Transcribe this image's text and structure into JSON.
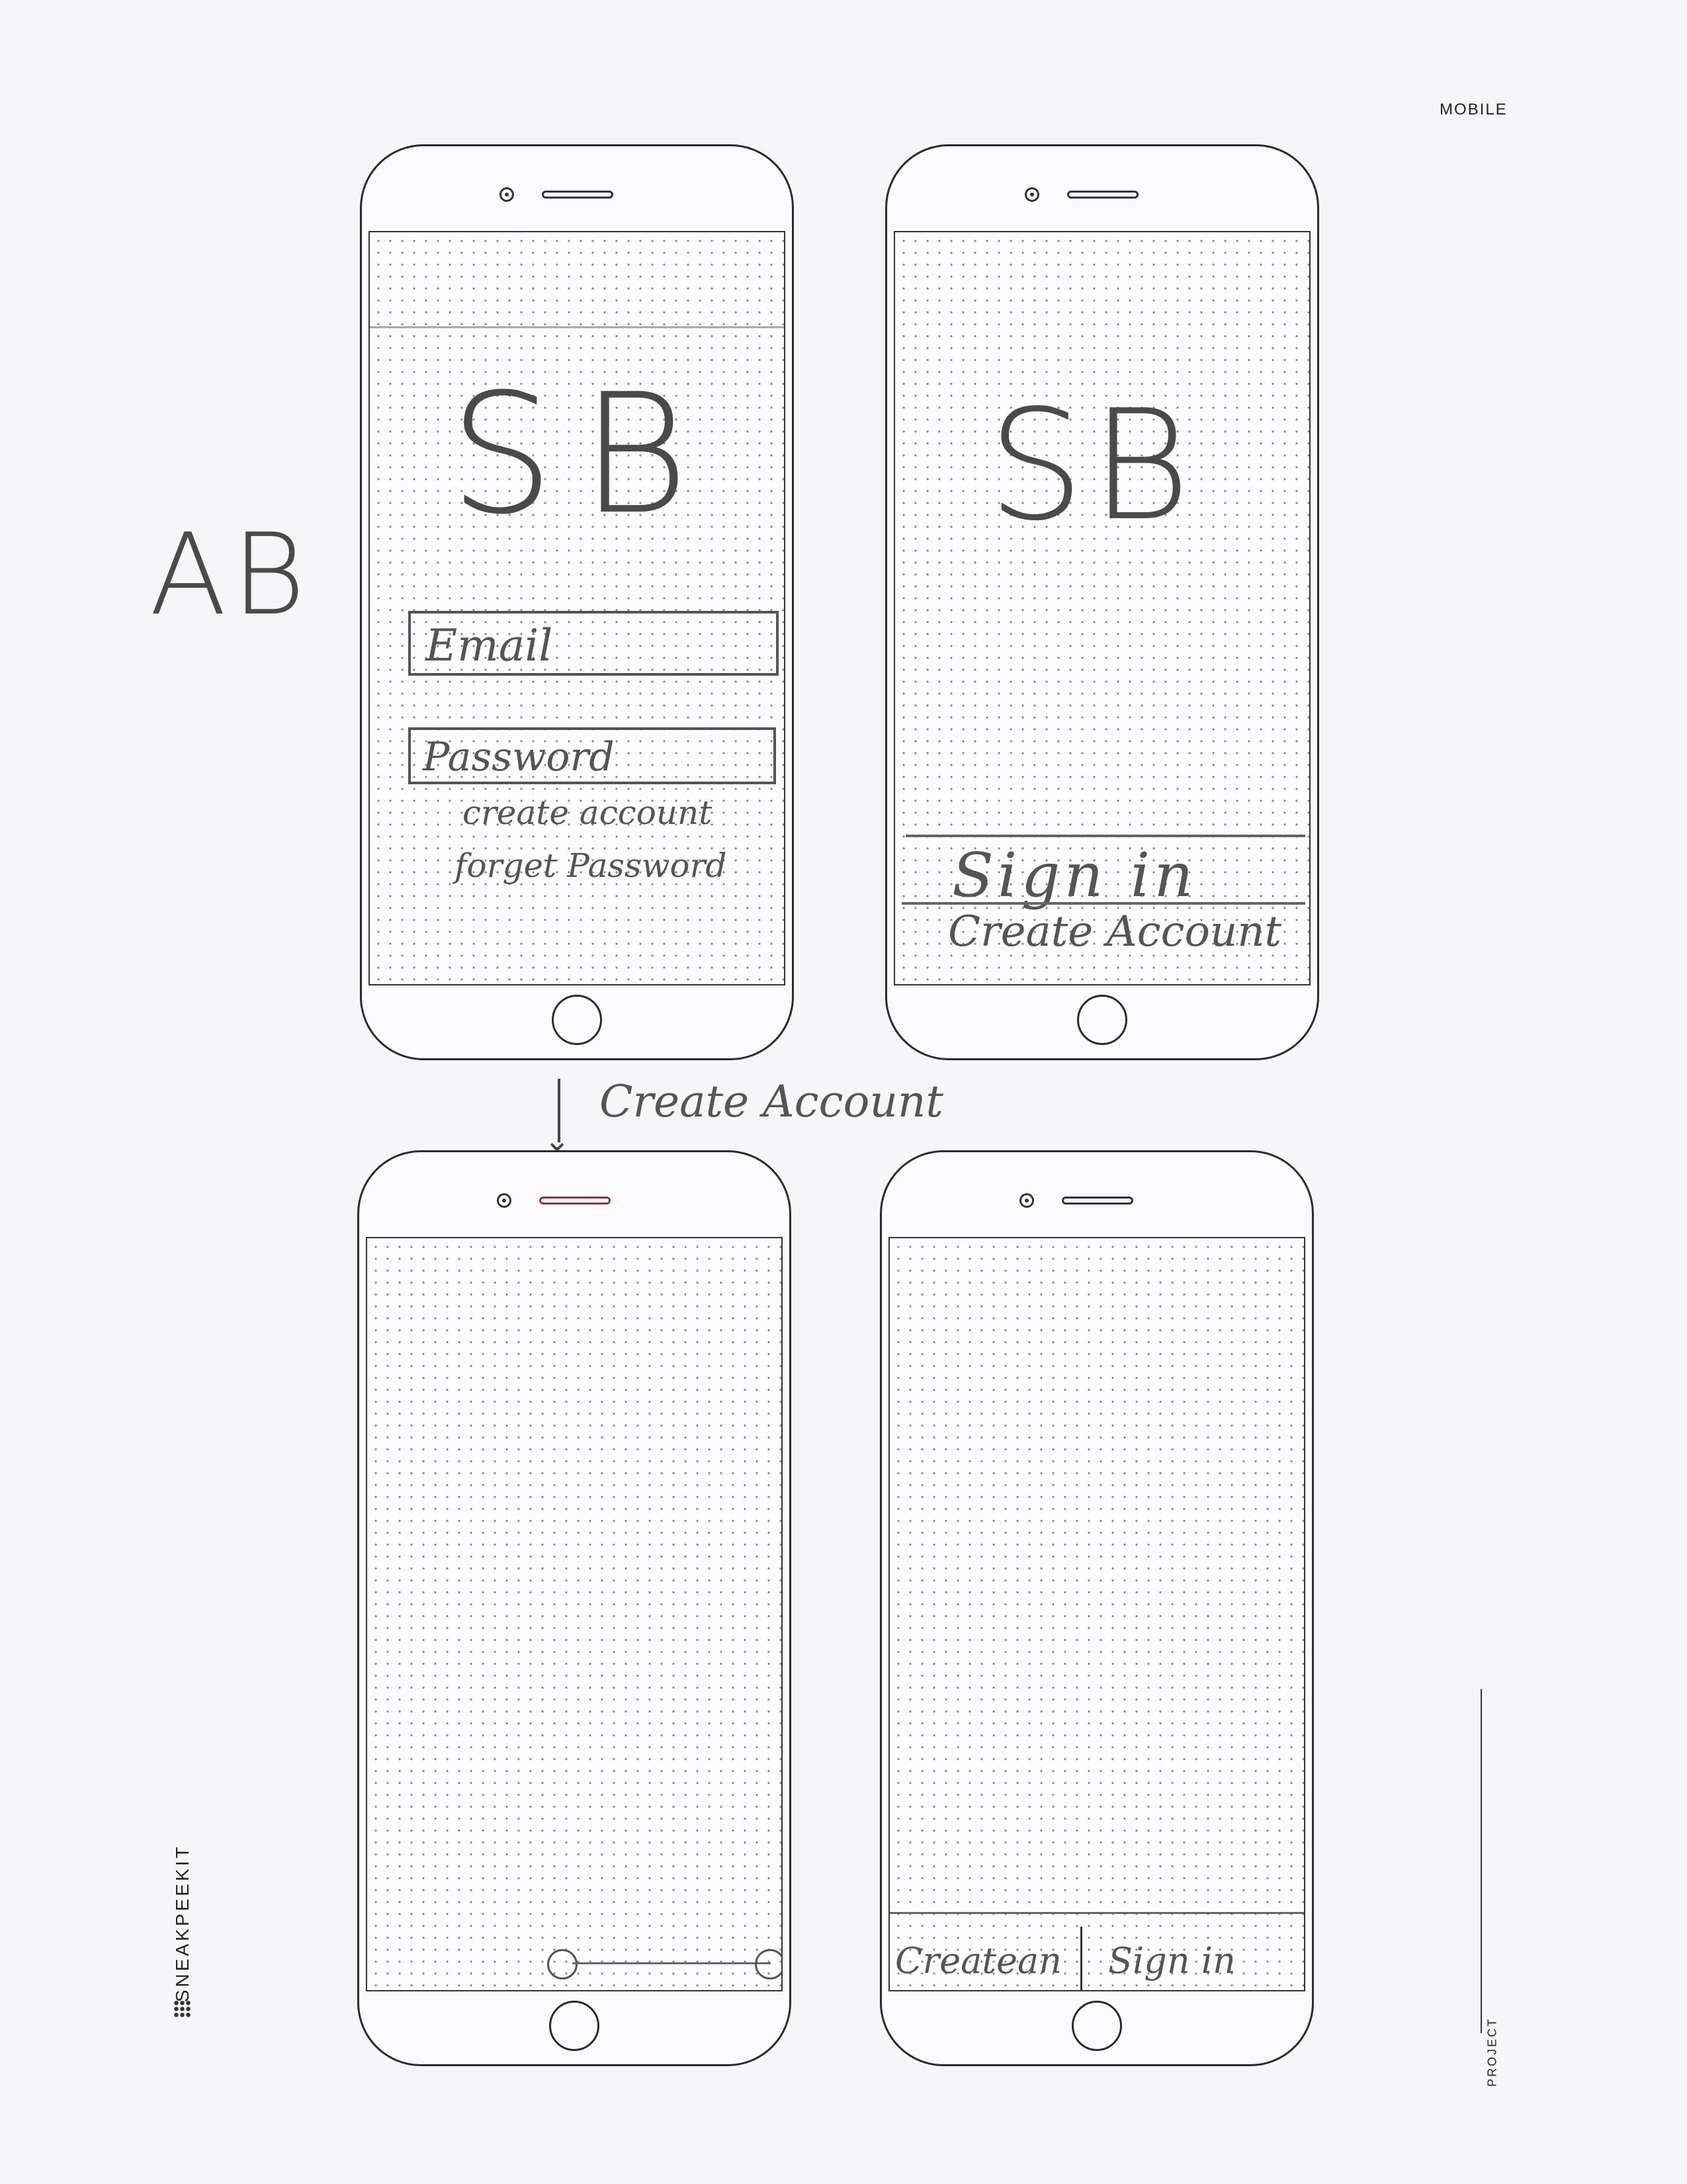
{
  "page": {
    "header_label": "MOBILE",
    "brand": "SNEAKPEEKIT",
    "project_label": "PROJECT"
  },
  "annotations": {
    "side_note": "AB",
    "arrow_label": "Create Account"
  },
  "screens": {
    "login": {
      "logo": "SB",
      "email_field": "Email",
      "password_field": "Password",
      "create_link": "create account",
      "forgot_link": "forget Password"
    },
    "welcome": {
      "logo": "SB",
      "sign_in": "Sign in",
      "create_account": "Create Account"
    },
    "create_account": {},
    "tabs": {
      "create_tab": "Createan",
      "sign_in_tab": "Sign in"
    }
  }
}
